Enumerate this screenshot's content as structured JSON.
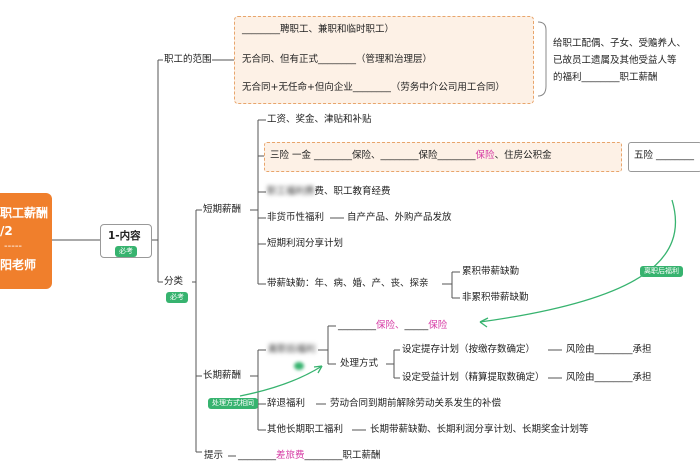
{
  "left_card": {
    "line1": "职工薪酬",
    "line2": "/2",
    "line3": "-----",
    "line4": "阳老师",
    "bg": "#f07f2c"
  },
  "root": {
    "label": "1-内容",
    "tag": "必考"
  },
  "nodes": {
    "scope": "职工的范围",
    "classify": "分类",
    "classify_tag": "必考",
    "short": "短期薪酬",
    "long": "长期薪酬",
    "tip": "提示"
  },
  "scope_box": {
    "item1": "________聘职工、兼职和临时职工）",
    "item2": "无合同、但有正式________（管理和治理层）",
    "item3": "无合同+无任命+但向企业________（劳务中介公司用工合同）"
  },
  "scope_note": {
    "line1": "给职工配偶、子女、受赡养人、",
    "line2": "已故员工遗属及其他受益人等",
    "line3": "的福利________职工薪酬"
  },
  "short_items": {
    "wages": "工资、奖金、津贴和补贴",
    "social": "三险 一金 ________保险、________保险________",
    "social_pink": "保险",
    "social_tail": "、住房公积金",
    "social_right": "五险 ________",
    "funds_blur": "职工福利费",
    "funds": "费、职工教育经费",
    "nonmonetary": "非货币性福利",
    "nonmonetary_detail": "自产产品、外购产品发放",
    "profit": "短期利润分享计划",
    "absence": "带薪缺勤：年、病、婚、产、丧、探亲",
    "absence_a": "累积带薪缺勤",
    "absence_b": "非累积带薪缺勤"
  },
  "long_items": {
    "pension_line1_a": "________",
    "pension_line1_pink": "保险、",
    "pension_line1_b": "_____",
    "pension_line1_pink2": "保险",
    "pension_blur": "离职后福利",
    "method": "处理方式",
    "dc": "设定提存计划（按缴存数确定）",
    "dc_risk": "风险由________承担",
    "db": "设定受益计划（精算提取数确定）",
    "db_risk": "风险由________承担",
    "termination": "辞退福利",
    "termination_detail": "劳动合同到期前解除劳动关系发生的补偿",
    "other": "其他长期职工福利",
    "other_detail": "长期带薪缺勤、长期利润分享计划、长期奖金计划等"
  },
  "tip_item": {
    "pre": "________",
    "pink": "差旅费",
    "post": "________职工薪酬"
  },
  "float_tags": {
    "post_employment": "离职后福利",
    "method_tag": "处理方式相同"
  }
}
